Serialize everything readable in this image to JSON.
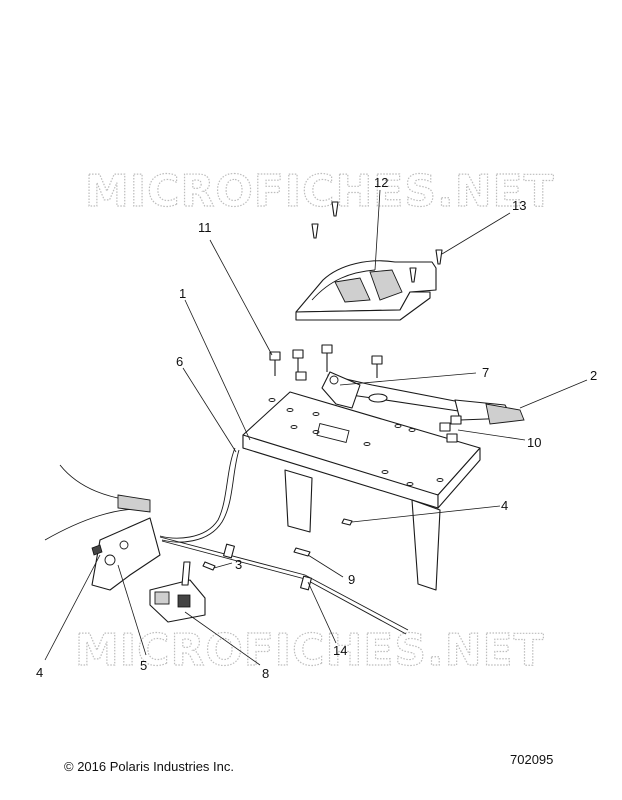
{
  "watermark": {
    "top": "MICROFICHES.NET",
    "bottom": "MICROFICHES.NET"
  },
  "callouts": [
    "1",
    "2",
    "3",
    "4",
    "4",
    "5",
    "6",
    "7",
    "8",
    "9",
    "10",
    "11",
    "12",
    "13",
    "14"
  ],
  "footer": {
    "copyright": "© 2016 Polaris Industries Inc.",
    "diagram_number": "702095"
  }
}
